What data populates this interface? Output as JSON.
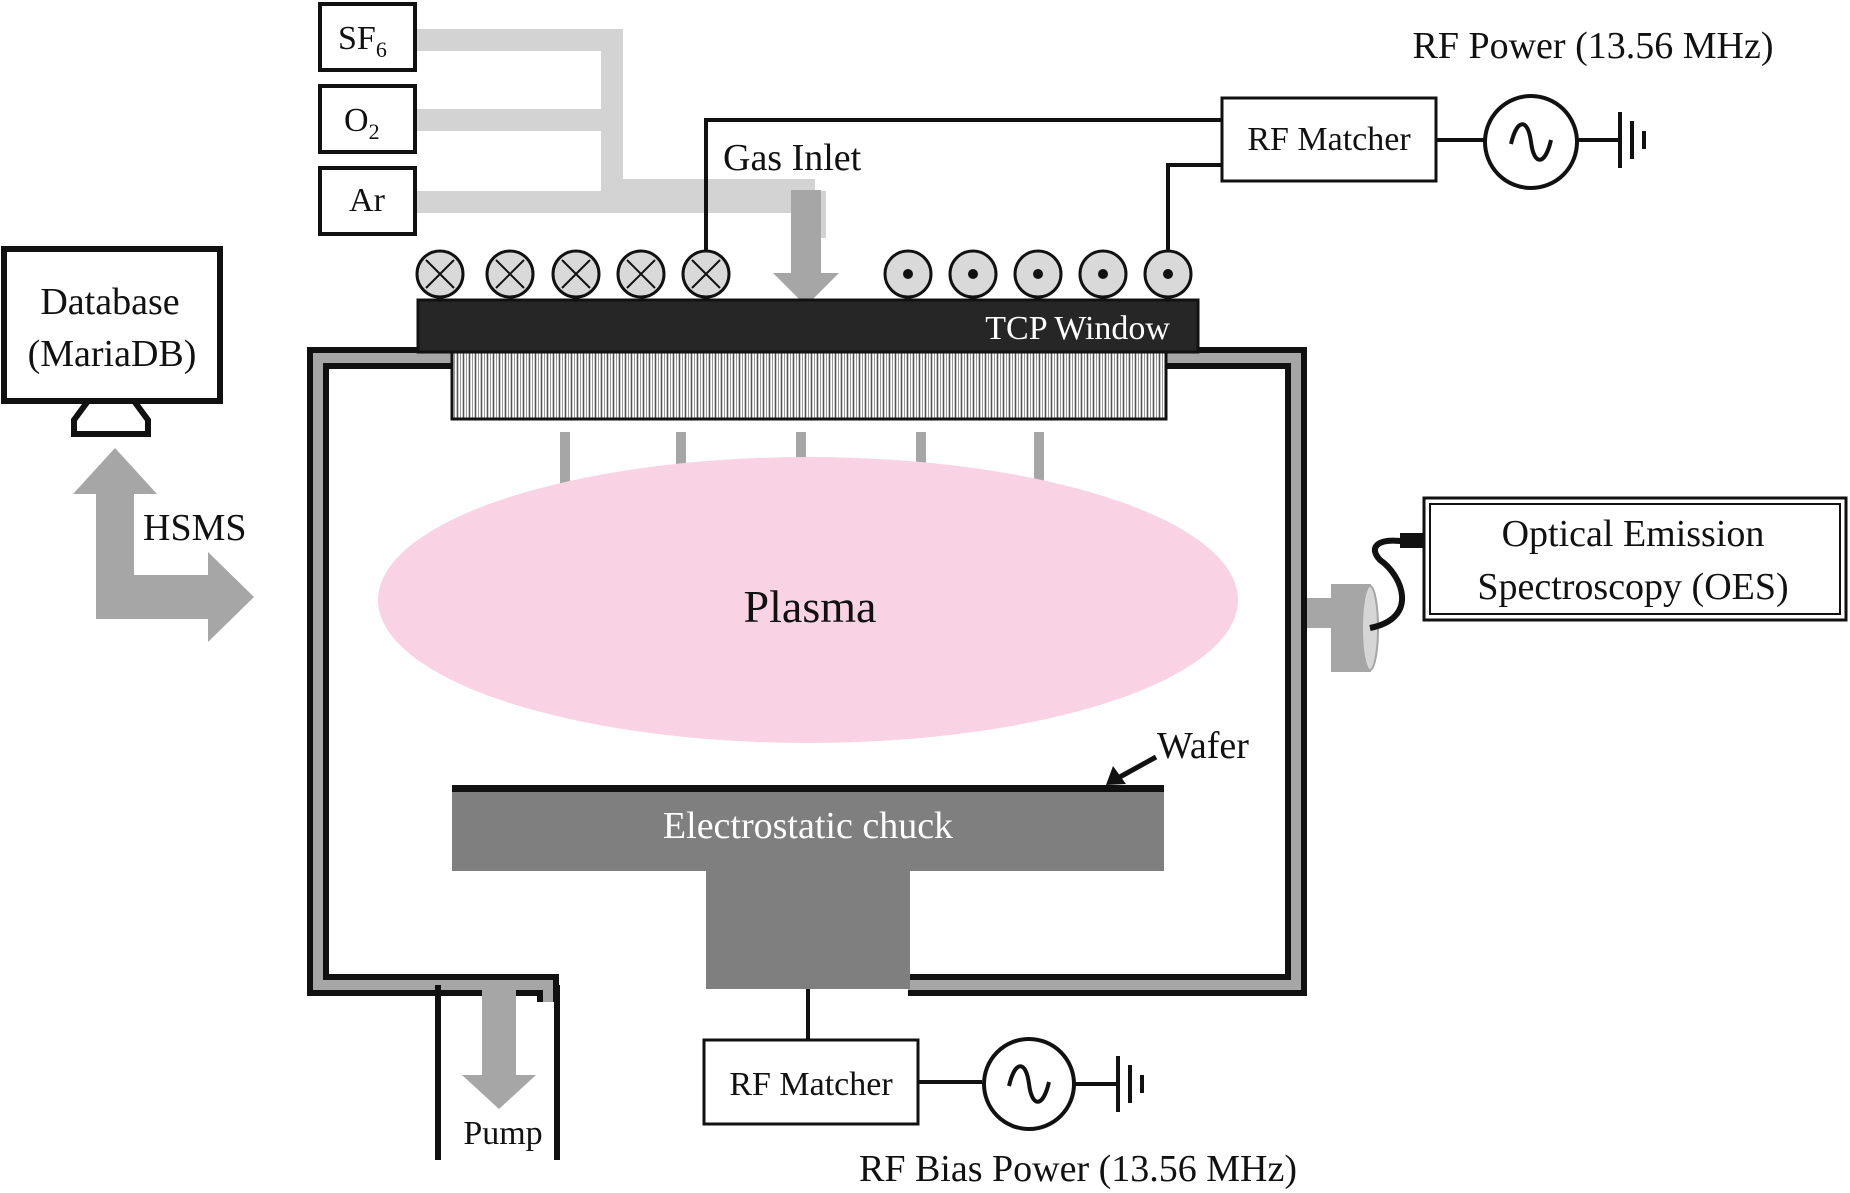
{
  "gases": {
    "sf6": {
      "base": "SF",
      "sub": "6"
    },
    "o2": {
      "base": "O",
      "sub": "2"
    },
    "ar": "Ar"
  },
  "labels": {
    "gas_inlet": "Gas Inlet",
    "tcp_window": "TCP Window",
    "rf_power": "RF Power (13.56 MHz)",
    "rf_matcher_top": "RF Matcher",
    "rf_matcher_bottom": "RF Matcher",
    "rf_bias_power": "RF Bias Power (13.56 MHz)",
    "database_line1": "Database",
    "database_line2": "(MariaDB)",
    "hsms": "HSMS",
    "oes_line1": "Optical Emission",
    "oes_line2": "Spectroscopy (OES)",
    "plasma": "Plasma",
    "wafer": "Wafer",
    "chuck": "Electrostatic chuck",
    "pump": "Pump"
  },
  "colors": {
    "plasma": "#f9d3e3",
    "gas_line": "#d3d3d3",
    "arrow_gray": "#a6a6a6",
    "chuck": "#7f7f7f",
    "tcp_window": "#262626",
    "wall_gray": "#a6a6a6"
  }
}
